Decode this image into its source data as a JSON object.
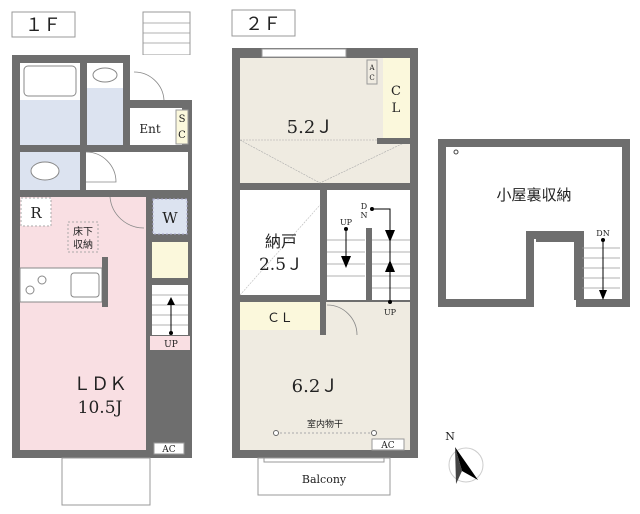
{
  "floors": {
    "first": {
      "label": "１Ｆ",
      "rooms": {
        "ldk_name": "ＬＤＫ",
        "ldk_size": "10.5J",
        "entrance": "Ent",
        "shoe_closet": [
          "S",
          "C"
        ],
        "refrigerator": "R",
        "washer": "W",
        "underfloor_storage": [
          "床下",
          "収納"
        ],
        "stairs_up": "UP",
        "ac": "AC"
      }
    },
    "second": {
      "label": "２Ｆ",
      "rooms": {
        "room_a": "5.2Ｊ",
        "closet_a": [
          "C",
          "L"
        ],
        "ac_a": [
          "A",
          "C"
        ],
        "storeroom_name": "納戸",
        "storeroom_size": "2.5Ｊ",
        "closet_b": "ＣＬ",
        "room_b": "6.2Ｊ",
        "drying": "室内物干",
        "ac_b": "AC",
        "stairs_up_left": "UP",
        "stairs_dn": [
          "D",
          "N"
        ],
        "stairs_up_right": "UP",
        "balcony": "Balcony"
      }
    },
    "loft": {
      "label": "小屋裏収納",
      "stairs_dn": "DN"
    }
  },
  "compass": {
    "label": "N"
  },
  "colors": {
    "wall": "#6e6e6e",
    "ldk": "#f9dfe3",
    "wet": "#dce3f0",
    "room2f": "#efebe1",
    "closet": "#fbf8dc"
  }
}
